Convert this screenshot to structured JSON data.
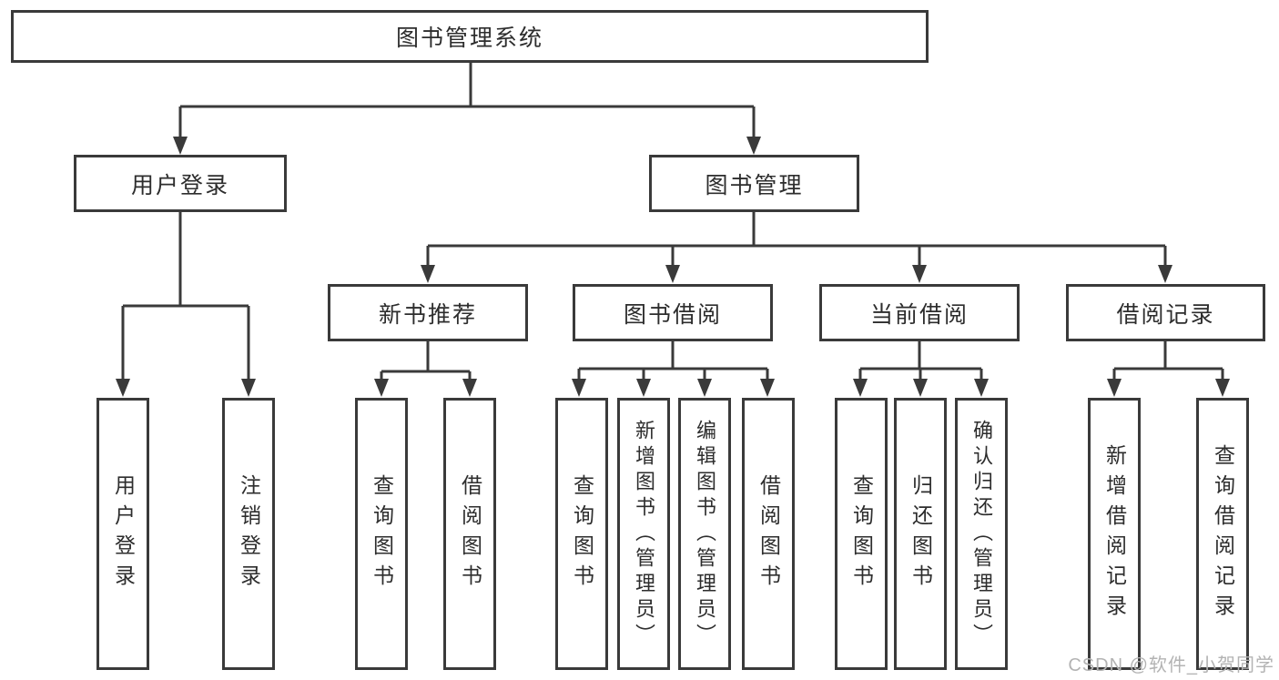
{
  "tree": {
    "label": "图书管理系统",
    "children": [
      {
        "label": "用户登录",
        "children": [
          {
            "label": "用户登录"
          },
          {
            "label": "注销登录"
          }
        ]
      },
      {
        "label": "图书管理",
        "children": [
          {
            "label": "新书推荐",
            "children": [
              {
                "label": "查询图书"
              },
              {
                "label": "借阅图书"
              }
            ]
          },
          {
            "label": "图书借阅",
            "children": [
              {
                "label": "查询图书"
              },
              {
                "label": "新增图书（管理员）"
              },
              {
                "label": "编辑图书（管理员）"
              },
              {
                "label": "借阅图书"
              }
            ]
          },
          {
            "label": "当前借阅",
            "children": [
              {
                "label": "查询图书"
              },
              {
                "label": "归还图书"
              },
              {
                "label": "确认归还（管理员）"
              }
            ]
          },
          {
            "label": "借阅记录",
            "children": [
              {
                "label": "新增借阅记录"
              },
              {
                "label": "查询借阅记录"
              }
            ]
          }
        ]
      }
    ]
  },
  "watermark": {
    "text": "CSDN @软件_小贺同学"
  },
  "colors": {
    "line": "#3a3a3a",
    "text": "#2d2d2d",
    "watermark": "#b3b3b3",
    "background": "#ffffff"
  }
}
